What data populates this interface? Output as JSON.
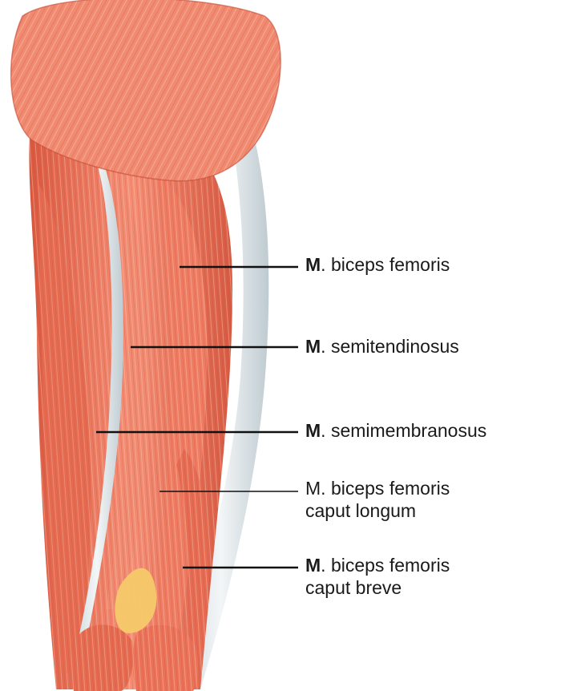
{
  "labels": [
    {
      "prefix": "M",
      "rest": ". biceps femoris",
      "line2": ""
    },
    {
      "prefix": "M",
      "rest": ". semitendinosus",
      "line2": ""
    },
    {
      "prefix": "M",
      "rest": ". semimembranosus",
      "line2": ""
    },
    {
      "prefix": "",
      "rest": "M. biceps femoris",
      "line2": "caput longum"
    },
    {
      "prefix": "M",
      "rest": ". biceps femoris",
      "line2": "caput breve"
    }
  ],
  "colors": {
    "muscle": "#ef7f66",
    "muscle_dark": "#d9583f",
    "muscle_light": "#f7a48e",
    "tendon": "#e9eef0",
    "fat": "#f6c96a",
    "leader": "#111111"
  }
}
